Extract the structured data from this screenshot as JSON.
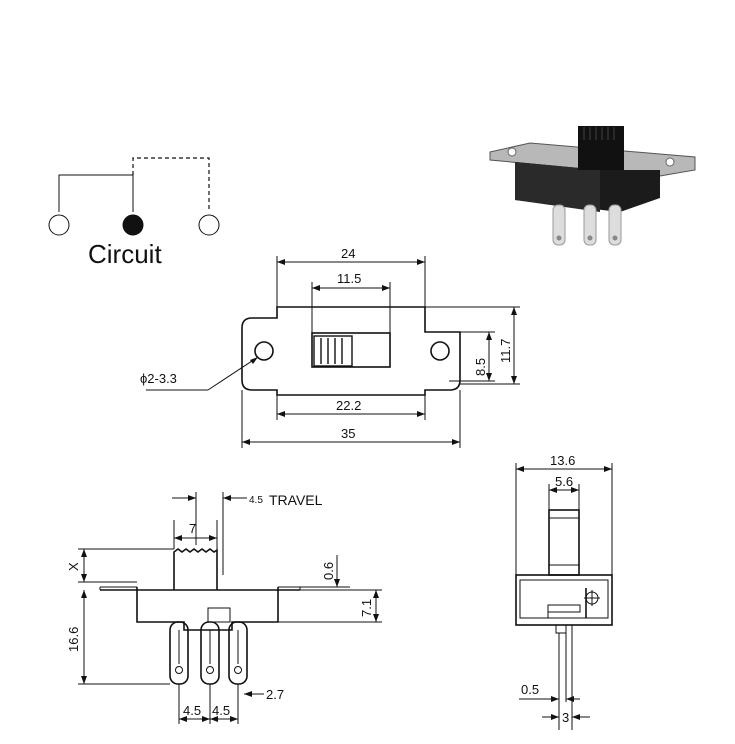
{
  "circuit": {
    "label": "Circuit"
  },
  "top_view": {
    "dim_overall_body": "24",
    "dim_knob_window": "11.5",
    "dim_hole_spacing": "22.2",
    "dim_total_length": "35",
    "dim_hole_height": "8.5",
    "dim_total_height": "11.7",
    "dim_hole_dia": "ϕ2-3.3"
  },
  "side_view": {
    "dim_knob_width": "7",
    "travel_value": "4.5",
    "travel_label": "TRAVEL",
    "dim_x": "X",
    "dim_height": "16.6",
    "dim_flange": "0.6",
    "dim_body": "7.1",
    "dim_pitch_1": "4.5",
    "dim_pitch_2": "4.5",
    "dim_pin_hole": "2.7"
  },
  "end_view": {
    "dim_width": "13.6",
    "dim_knob": "5.6",
    "dim_pin_thick": "0.5",
    "dim_pin_len": "3"
  }
}
